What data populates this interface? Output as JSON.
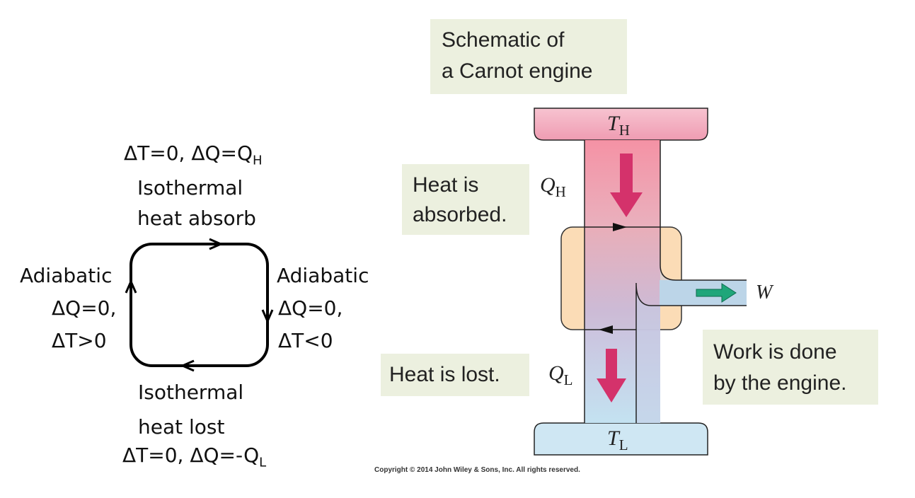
{
  "cycle": {
    "top_eq": "ΔT=0, ΔQ=Q",
    "top_eq_sub": "H",
    "top_line1": "Isothermal",
    "top_line2": "heat absorb",
    "left_line1": "Adiabatic",
    "left_line2": "ΔQ=0,",
    "left_line3": "ΔT>0",
    "right_line1": "Adiabatic",
    "right_line2": "ΔQ=0,",
    "right_line3": "ΔT<0",
    "bottom_line1": "Isothermal",
    "bottom_line2": "heat lost",
    "bottom_eq": "ΔT=0, ΔQ=-Q",
    "bottom_eq_sub": "L"
  },
  "engine": {
    "title_line1": "Schematic of",
    "title_line2": "a Carnot engine",
    "hot_reservoir": "T",
    "hot_sub": "H",
    "cold_reservoir": "T",
    "cold_sub": "L",
    "qh": "Q",
    "qh_sub": "H",
    "ql": "Q",
    "ql_sub": "L",
    "work": "W",
    "heat_absorbed_line1": "Heat is",
    "heat_absorbed_line2": "absorbed.",
    "heat_lost": "Heat is lost.",
    "work_done_line1": "Work is done",
    "work_done_line2": "by the engine.",
    "copyright": "Copyright © 2014 John Wiley & Sons, Inc. All rights reserved."
  },
  "colors": {
    "hot_reservoir": "#f4b6c7",
    "cold_reservoir": "#cfe7f3",
    "engine_body": "#fbdcb6",
    "arrow_heat": "#d4326b",
    "arrow_work": "#1fa67a",
    "label_box": "#ecf0df"
  }
}
